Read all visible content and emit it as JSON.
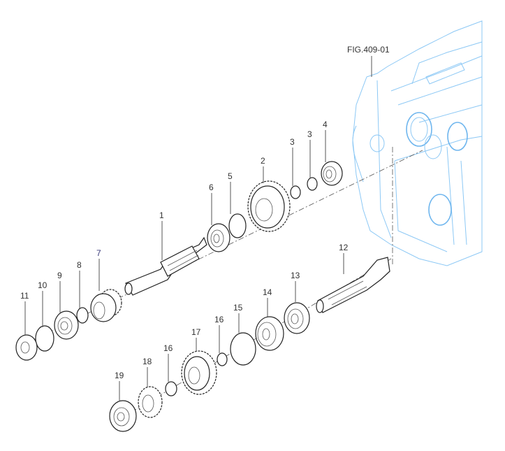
{
  "figure_ref": "FIG.409-01",
  "callouts": {
    "c1": "1",
    "c2": "2",
    "c3a": "3",
    "c3b": "3",
    "c4": "4",
    "c5": "5",
    "c6": "6",
    "c7": "7",
    "c8": "8",
    "c9": "9",
    "c10": "10",
    "c11": "11",
    "c12": "12",
    "c13": "13",
    "c14": "14",
    "c15": "15",
    "c16a": "16",
    "c16b": "16",
    "c17": "17",
    "c18": "18",
    "c19": "19"
  }
}
